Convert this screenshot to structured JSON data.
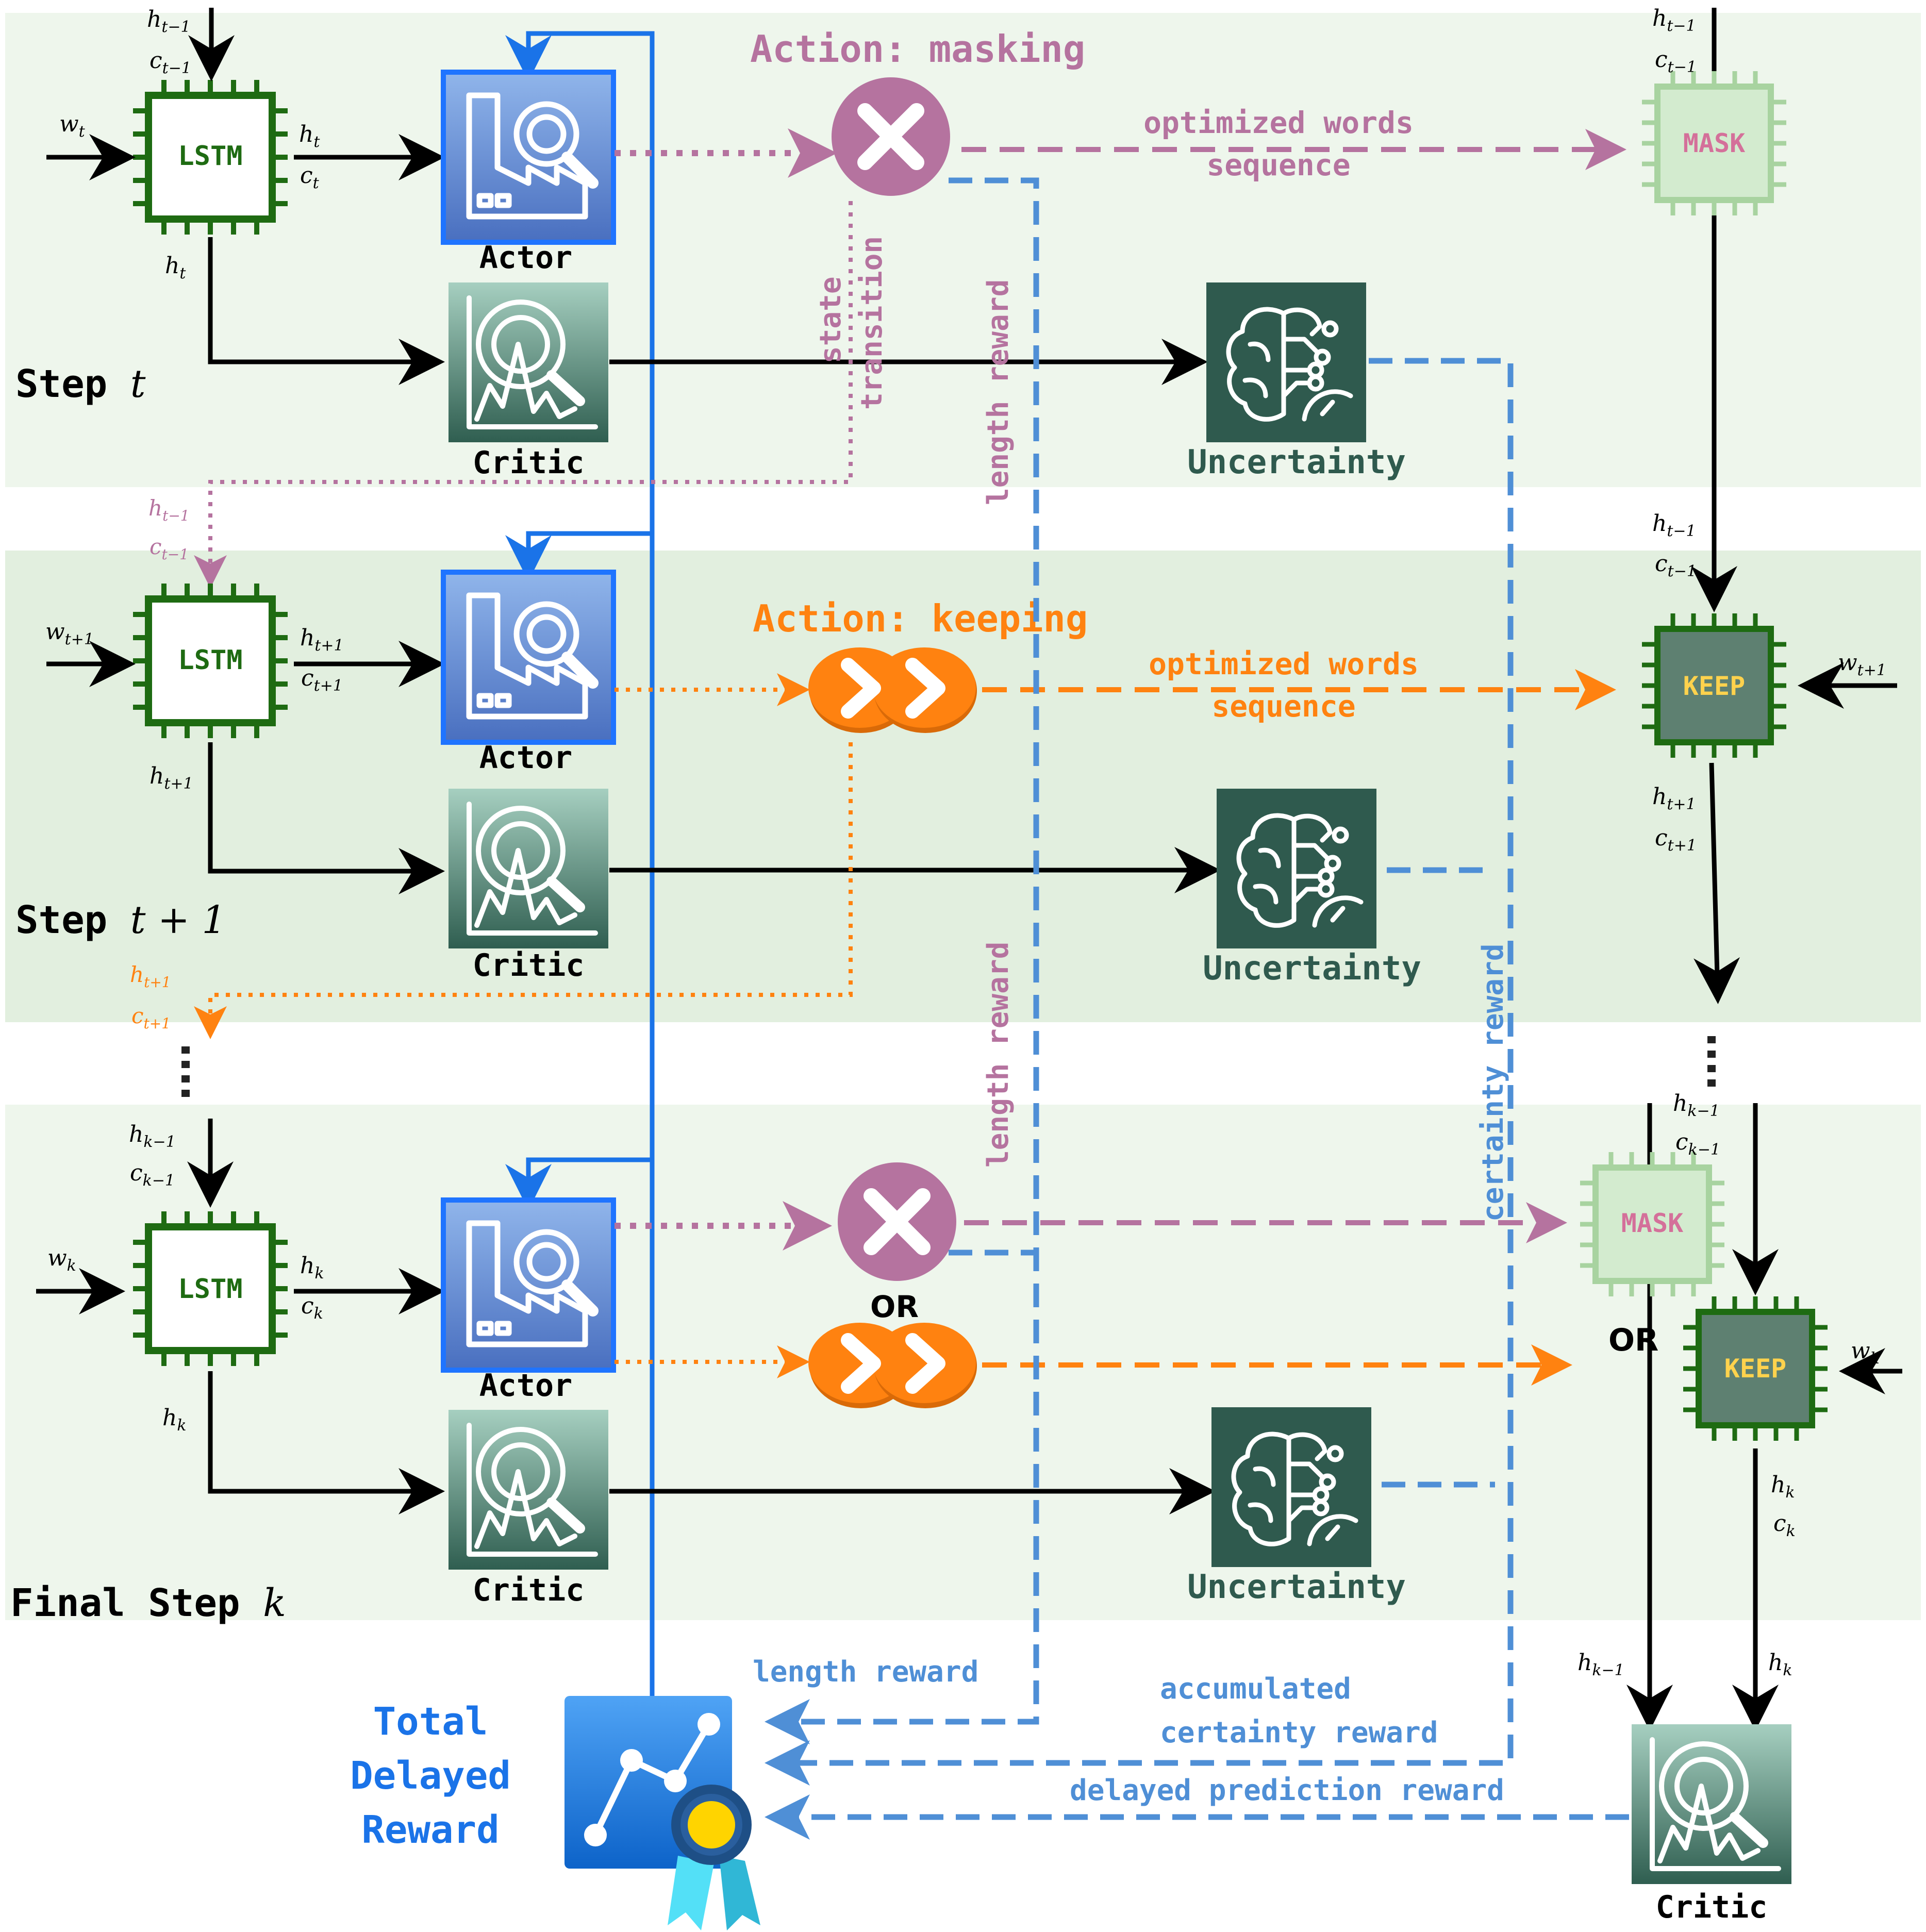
{
  "steps": {
    "step_t": {
      "label": "Step ",
      "var": "t"
    },
    "step_t1": {
      "label": "Step ",
      "var": "t + 1"
    },
    "step_k": {
      "label": "Final Step ",
      "var": "k"
    }
  },
  "lstm_label": "LSTM",
  "actor_label": "Actor",
  "critic_label": "Critic",
  "uncertainty_label": "Uncertainty",
  "mask_label": "MASK",
  "keep_label": "KEEP",
  "or_label": "OR",
  "actions": {
    "masking": "Action: masking",
    "keeping": "Action: keeping"
  },
  "flow_labels": {
    "optimized_words": "optimized words",
    "sequence": "sequence",
    "state_transition_1": "state",
    "state_transition_2": "transition",
    "length_reward": "length reward",
    "certainty_reward": "certainty reward",
    "accumulated_1": "accumulated",
    "accumulated_2": "certainty reward",
    "delayed_prediction": "delayed prediction reward"
  },
  "total_reward": [
    "Total",
    "Delayed",
    "Reward"
  ],
  "vars": {
    "h_tm1": "h",
    "h_tm1_sub": "t−1",
    "c_tm1": "c",
    "c_tm1_sub": "t−1",
    "w_t": "w",
    "w_t_sub": "t",
    "h_t": "h",
    "h_t_sub": "t",
    "c_t": "c",
    "c_t_sub": "t",
    "w_t1": "w",
    "w_t1_sub": "t+1",
    "h_t1": "h",
    "h_t1_sub": "t+1",
    "c_t1": "c",
    "c_t1_sub": "t+1",
    "h_km1": "h",
    "h_km1_sub": "k−1",
    "c_km1": "c",
    "c_km1_sub": "k−1",
    "w_k": "w",
    "w_k_sub": "k",
    "h_k": "h",
    "h_k_sub": "k",
    "c_k": "c",
    "c_k_sub": "k"
  },
  "colors": {
    "band_light": "#eef6ec",
    "band_mid": "#e2efdf",
    "lstm_green": "#1e6b12",
    "actor_blue": "#1f74ff",
    "critic_teal": "#3b6a5b",
    "uncertainty_dark": "#2f5a4e",
    "mask_purple": "#b5739f",
    "keep_orange": "#ff8210",
    "reward_blue": "#4f8fd6",
    "total_blue": "#1a73e8"
  }
}
